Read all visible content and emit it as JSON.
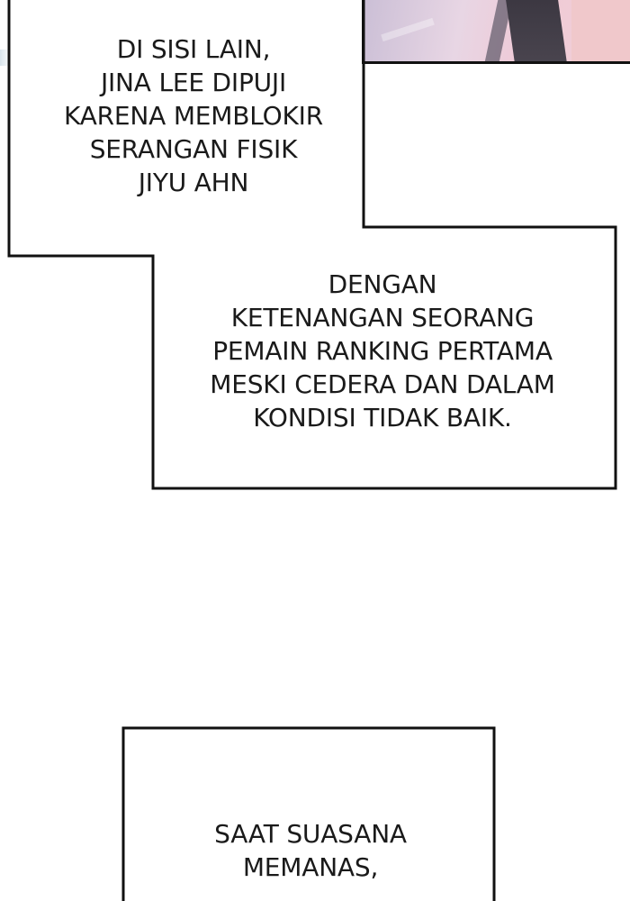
{
  "panels": {
    "caption_1": {
      "text": "DI SISI LAIN,\nJINA LEE DIPUJI\nKARENA MEMBLOKIR\nSERANGAN FISIK\nJIYU AHN"
    },
    "caption_2": {
      "text": "DENGAN\nKETENANGAN SEORANG\nPEMAIN RANKING PERTAMA\nMESKI CEDERA DAN DALAM\nKONDISI TIDAK BAIK."
    },
    "caption_3": {
      "text": "SAAT SUASANA\nMEMANAS,"
    }
  },
  "colors": {
    "border": "#111111",
    "text": "#1a1a1a",
    "background": "#ffffff"
  }
}
